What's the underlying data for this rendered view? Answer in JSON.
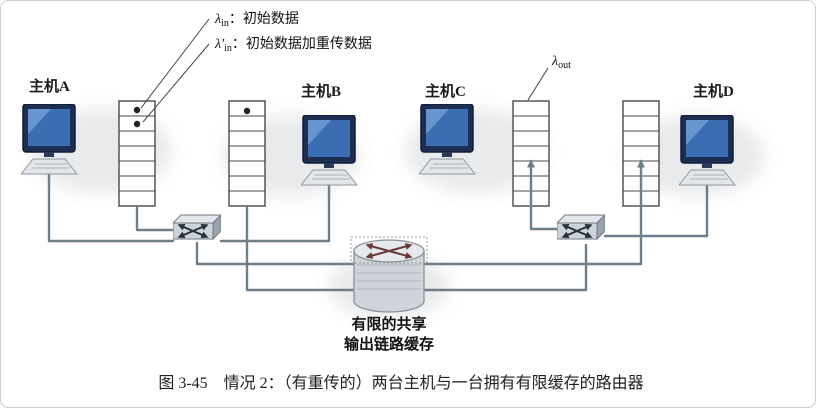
{
  "hosts": {
    "a": "主机A",
    "b": "主机B",
    "c": "主机C",
    "d": "主机D"
  },
  "callouts": {
    "lambda_in": {
      "symbol": "λ",
      "sub": "in",
      "rest": "：初始数据"
    },
    "lambda_in_retx": {
      "symbol": "λ′",
      "sub": "in",
      "rest": "：初始数据加重传数据"
    },
    "lambda_out": {
      "symbol": "λ",
      "sub": "out",
      "rest": ""
    }
  },
  "router": {
    "line1": "有限的共享",
    "line2": "输出链路缓存"
  },
  "caption": "图 3-45　情况 2：（有重传的）两台主机与一台拥有有限缓存的路由器",
  "icons": {
    "computer": "computer-icon",
    "switch": "switch-icon",
    "router": "router-cylinder-icon"
  },
  "colors": {
    "link": "#6e7f8a",
    "monitor": "#1d2e52",
    "screen": "#3a6db2",
    "queue_border": "#4a4a4a",
    "router_arrows": "#6b3a3a"
  }
}
